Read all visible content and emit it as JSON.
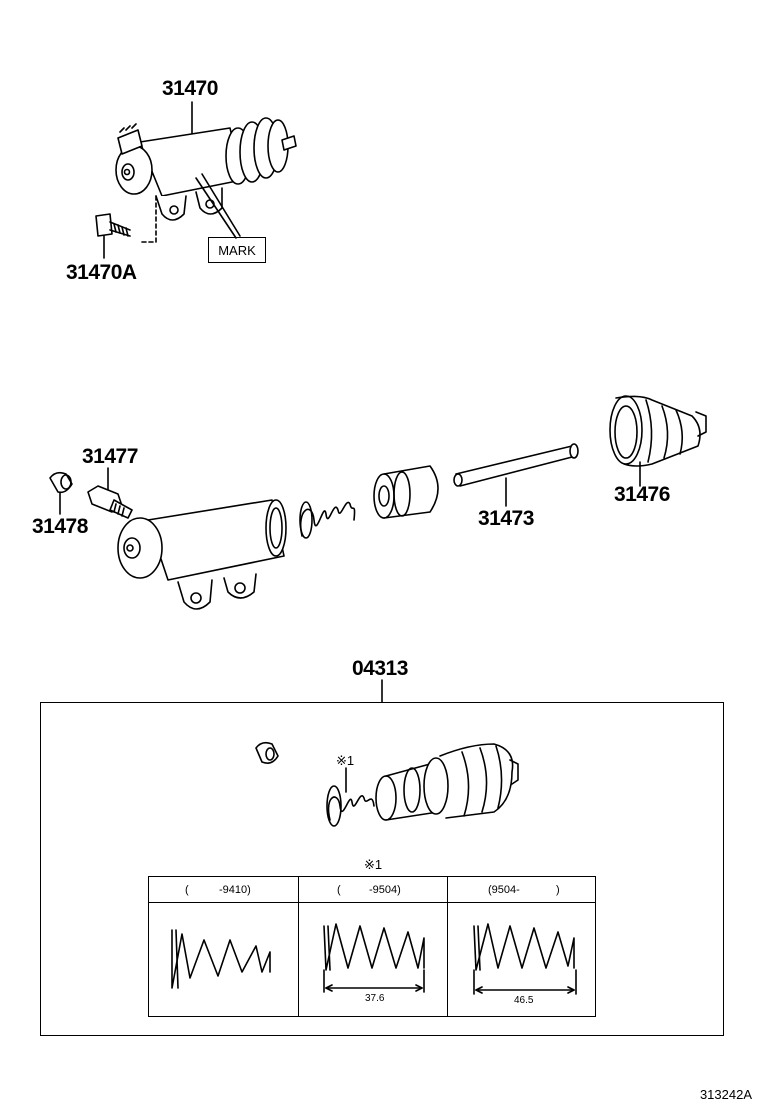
{
  "top_assembly": {
    "part_31470": "31470",
    "part_31470A": "31470A",
    "mark_label": "MARK"
  },
  "exploded": {
    "part_31477": "31477",
    "part_31478": "31478",
    "part_31473": "31473",
    "part_31476": "31476"
  },
  "kit": {
    "part_04313": "04313",
    "note_marker": "※1",
    "table_marker": "※1",
    "variants": [
      {
        "open": "(",
        "range": "-9410)",
        "dimension": ""
      },
      {
        "open": "(",
        "range": "-9504)",
        "dimension": "37.6"
      },
      {
        "open": "",
        "range": "(9504-",
        "close": ")",
        "dimension": "46.5"
      }
    ]
  },
  "illustration_id": "313242A"
}
